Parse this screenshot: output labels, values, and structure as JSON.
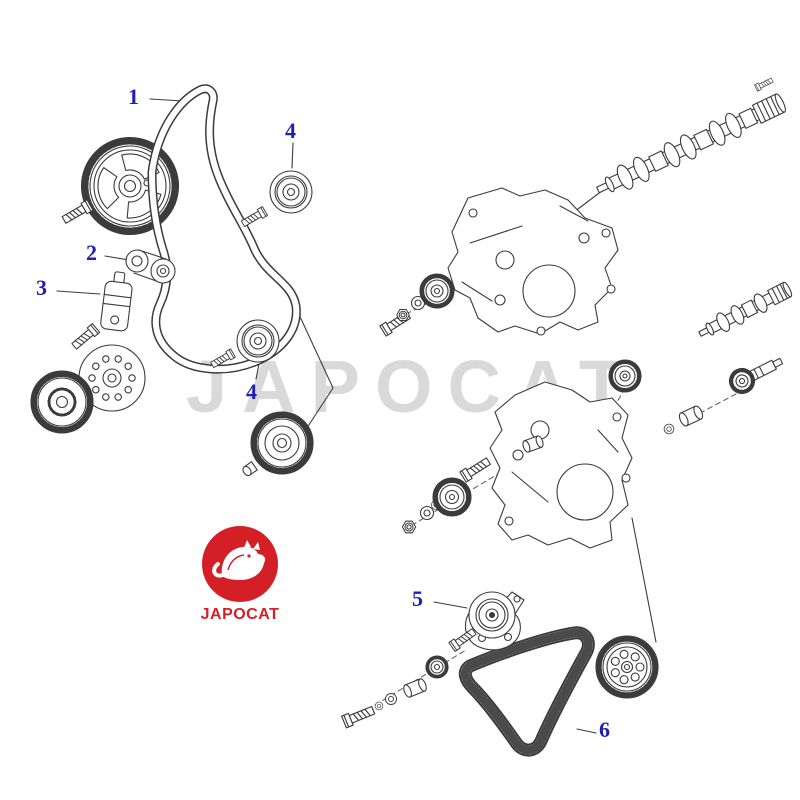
{
  "watermark": {
    "text": "JAPOCAT",
    "color": "#d9d9d9"
  },
  "logo": {
    "text": "JAPOCAT",
    "color": "#d41f26",
    "icon": "cat-silhouette"
  },
  "colors": {
    "callout": "#1f1fb4",
    "line_art": "#3b3b3b",
    "background": "#ffffff"
  },
  "callouts": [
    {
      "label": "1"
    },
    {
      "label": "2"
    },
    {
      "label": "3"
    },
    {
      "label": "4"
    },
    {
      "label": "4"
    },
    {
      "label": "5"
    },
    {
      "label": "6"
    }
  ]
}
